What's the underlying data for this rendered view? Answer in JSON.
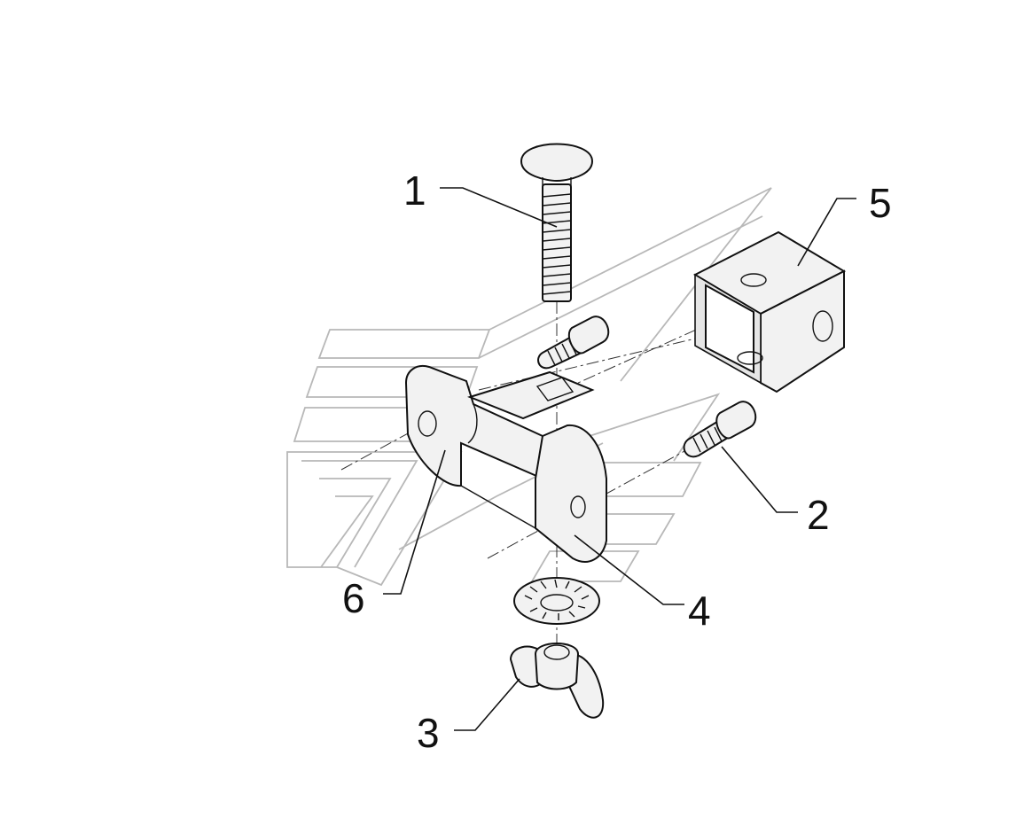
{
  "callouts": {
    "c1": "1",
    "c2": "2",
    "c3": "3",
    "c4": "4",
    "c5": "5",
    "c6": "6"
  },
  "colors": {
    "line": "#111111",
    "watermark": "#b8b8b8",
    "fill": "#f2f2f2"
  }
}
